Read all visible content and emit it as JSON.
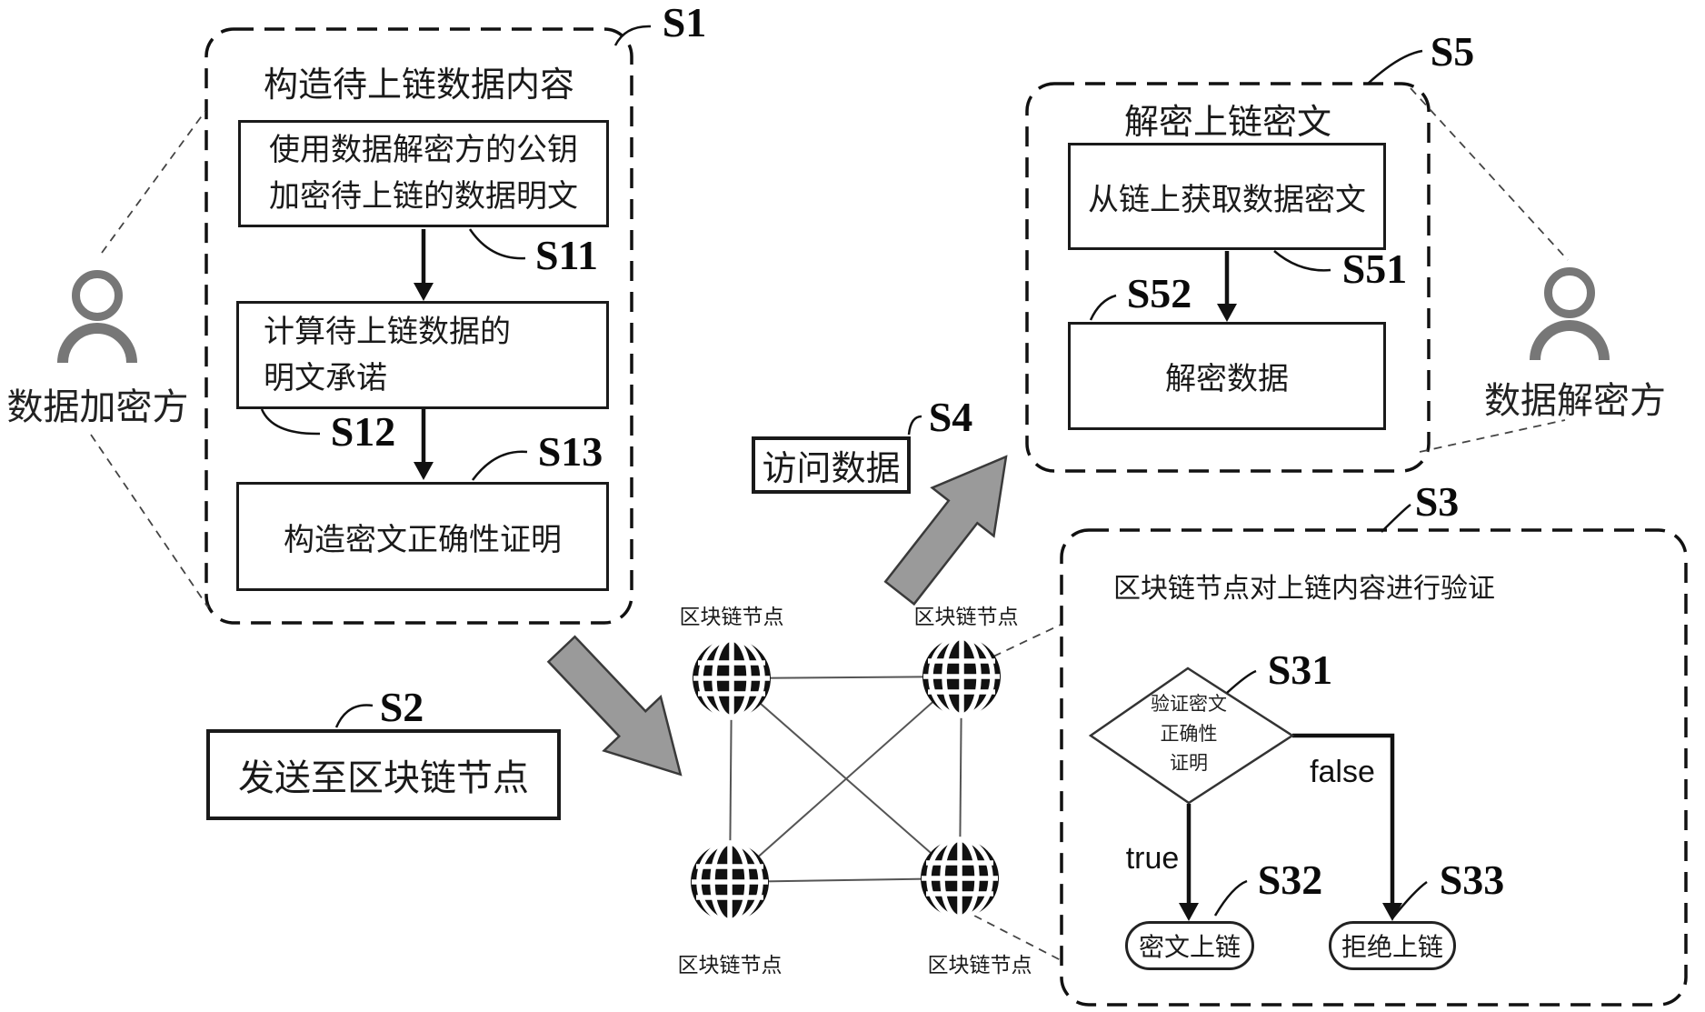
{
  "s1": {
    "step": "S1",
    "title": "构造待上链数据内容",
    "s11": {
      "step": "S11",
      "line1": "使用数据解密方的公钥",
      "line2": "加密待上链的数据明文"
    },
    "s12": {
      "step": "S12",
      "line1": "计算待上链数据的",
      "line2": "明文承诺"
    },
    "s13": {
      "step": "S13",
      "text": "构造密文正确性证明"
    }
  },
  "s2": {
    "step": "S2",
    "text": "发送至区块链节点"
  },
  "s3": {
    "step": "S3",
    "title": "区块链节点对上链内容进行验证",
    "s31": {
      "step": "S31",
      "line1": "验证密文",
      "line2": "正确性",
      "line3": "证明"
    },
    "branch_true": "true",
    "branch_false": "false",
    "s32": {
      "step": "S32",
      "text": "密文上链"
    },
    "s33": {
      "step": "S33",
      "text": "拒绝上链"
    }
  },
  "s4": {
    "step": "S4",
    "text": "访问数据"
  },
  "s5": {
    "step": "S5",
    "title": "解密上链密文",
    "s51": {
      "step": "S51",
      "text": "从链上获取数据密文"
    },
    "s52": {
      "step": "S52",
      "text": "解密数据"
    }
  },
  "actors": {
    "encryptor": "数据加密方",
    "decryptor": "数据解密方"
  },
  "network": {
    "node_label": "区块链节点"
  },
  "colors": {
    "big_arrow_fill": "#9a9a9a",
    "person_gray": "#777777",
    "line_black": "#1a1a1a",
    "globe_black": "#111111"
  }
}
